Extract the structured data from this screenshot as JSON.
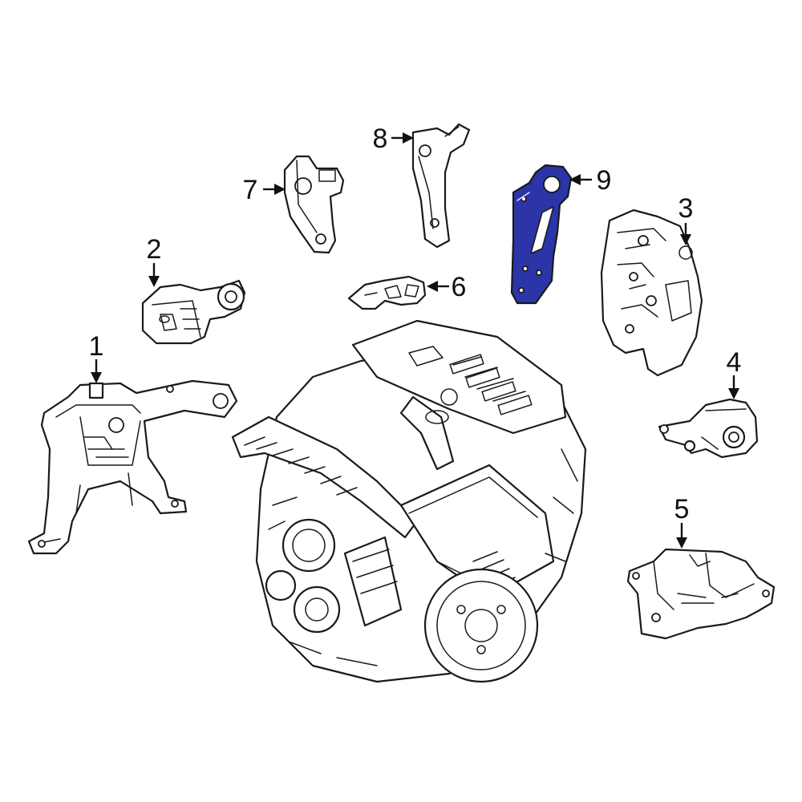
{
  "callouts": [
    {
      "label": "1"
    },
    {
      "label": "2"
    },
    {
      "label": "3"
    },
    {
      "label": "4"
    },
    {
      "label": "5"
    },
    {
      "label": "6"
    },
    {
      "label": "7"
    },
    {
      "label": "8"
    },
    {
      "label": "9"
    }
  ],
  "highlight": {
    "part_label": "9",
    "color": "#2b35a8"
  },
  "colors": {
    "line": "#1a1a1a",
    "background": "#ffffff"
  }
}
